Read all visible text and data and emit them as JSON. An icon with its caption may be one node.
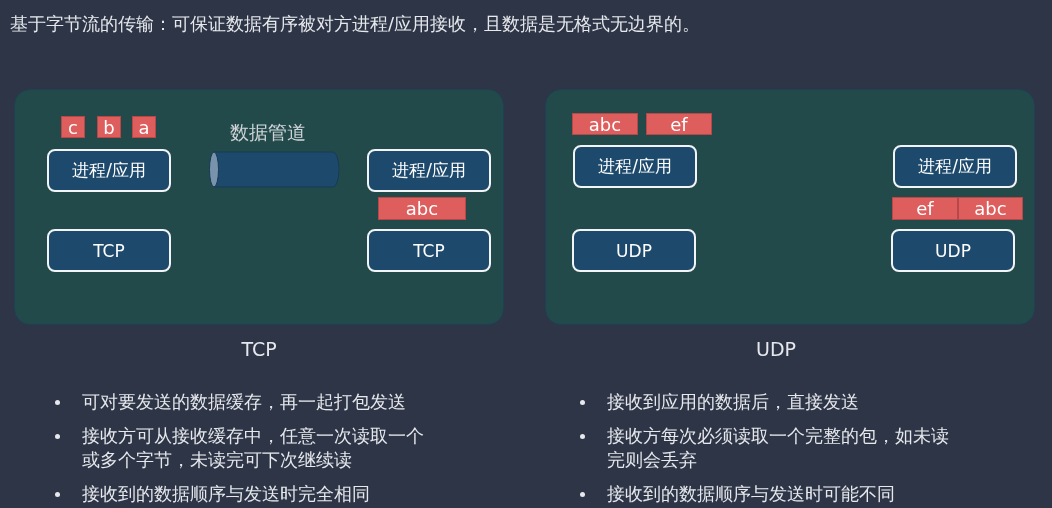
{
  "diagram": {
    "title": "基于字节流的传输：可保证数据有序被对方进程/应用接收，且数据是无格式无边界的。",
    "nodes": [
      {
        "text": [],
        "shape": "box",
        "beside": [
          "TCP"
        ]
      },
      {
        "text": [
          "c"
        ],
        "in": 0
      },
      {
        "text": [
          "b"
        ],
        "in": 0
      },
      {
        "text": [
          "a"
        ],
        "in": 0
      },
      {
        "text": [
          "数据管道"
        ],
        "in": 0
      },
      {
        "text": [
          "进程/应用"
        ],
        "in": 0
      },
      {
        "text": [
          "进程/应用"
        ],
        "in": 0
      },
      {
        "text": [
          "abc"
        ],
        "in": 0
      },
      {
        "text": [
          "TCP"
        ],
        "in": 0
      },
      {
        "text": [
          "TCP"
        ],
        "in": 0
      },
      {
        "text": [],
        "shape": "box",
        "beside": [
          "UDP"
        ]
      },
      {
        "text": [
          "abc"
        ],
        "in": 10
      },
      {
        "text": [
          "ef"
        ],
        "in": 10
      },
      {
        "text": [
          "进程/应用"
        ],
        "in": 10
      },
      {
        "text": [
          "进程/应用"
        ],
        "in": 10
      },
      {
        "text": [
          "ef"
        ],
        "in": 10
      },
      {
        "text": [
          "abc"
        ],
        "in": 10
      },
      {
        "text": [
          "UDP"
        ],
        "in": 10
      },
      {
        "text": [
          "UDP"
        ],
        "in": 10
      }
    ],
    "labels": [
      "可对要发送的数据缓存，再一起打包发送",
      "接收方可从接收缓存中，任意一次读取一个或多个字节，未读完可下次继续读",
      "接收到的数据顺序与发送时完全相同",
      "接收到应用的数据后，直接发送",
      "接收方每次必须读取一个完整的包，如未读完则会丢弃",
      "接收到的数据顺序与发送时可能不同"
    ]
  }
}
